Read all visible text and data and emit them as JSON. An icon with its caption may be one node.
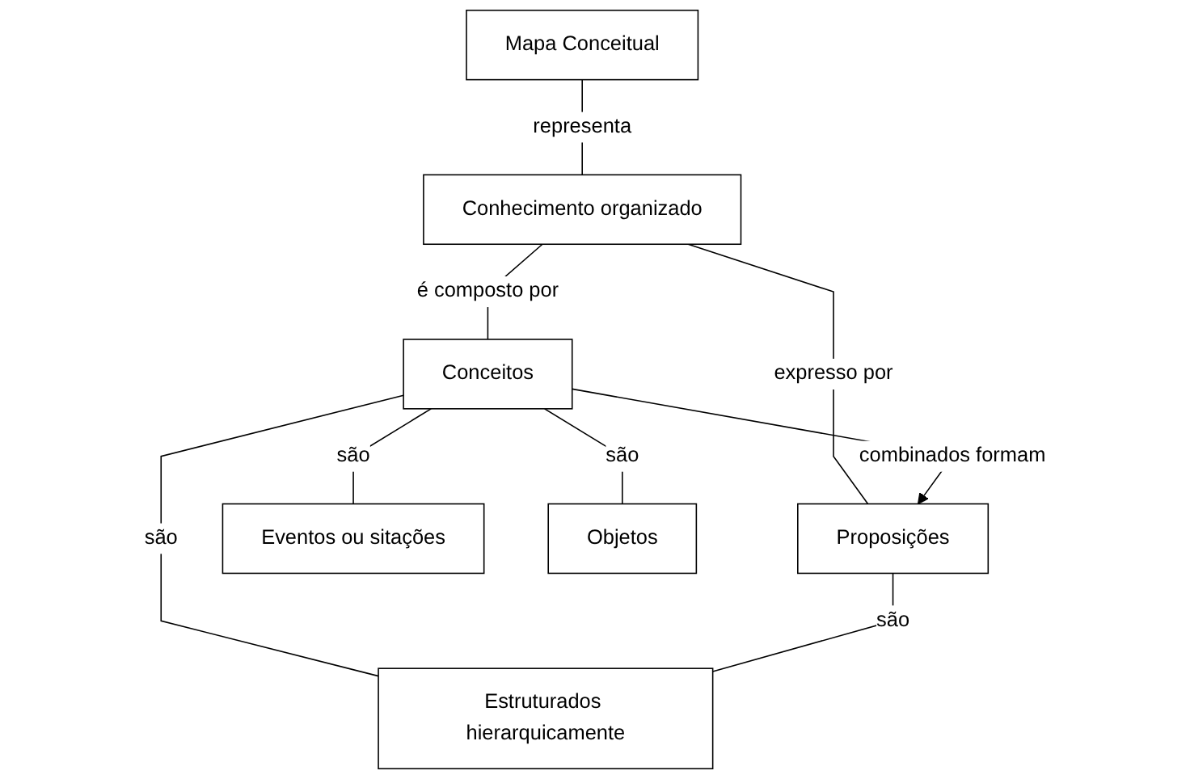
{
  "diagram": {
    "nodes": [
      {
        "text": [
          "Mapa Conceitual"
        ]
      },
      {
        "text": [
          "Conhecimento organizado"
        ]
      },
      {
        "text": [
          "Conceitos"
        ]
      },
      {
        "text": [
          "Proposições"
        ]
      },
      {
        "text": [
          "Eventos ou sitações"
        ]
      },
      {
        "text": [
          "Objetos"
        ]
      },
      {
        "text": [
          "Estruturados hierarquicamente"
        ]
      }
    ],
    "edges": [
      {
        "from": 0,
        "to": 1,
        "arrow": "none",
        "label": "representa"
      },
      {
        "from": 1,
        "to": 2,
        "arrow": "none",
        "label": "é composto por"
      },
      {
        "from": 1,
        "to": 3,
        "arrow": "none",
        "label": "expresso por"
      },
      {
        "from": 2,
        "to": 3,
        "arrow": "to",
        "label": "combinados formam"
      },
      {
        "from": 2,
        "to": 4,
        "arrow": "none",
        "label": "são"
      },
      {
        "from": 2,
        "to": 5,
        "arrow": "none",
        "label": "são"
      },
      {
        "from": 2,
        "to": 6,
        "arrow": "none",
        "label": "são"
      },
      {
        "from": 3,
        "to": 6,
        "arrow": "none",
        "label": "são"
      }
    ]
  }
}
